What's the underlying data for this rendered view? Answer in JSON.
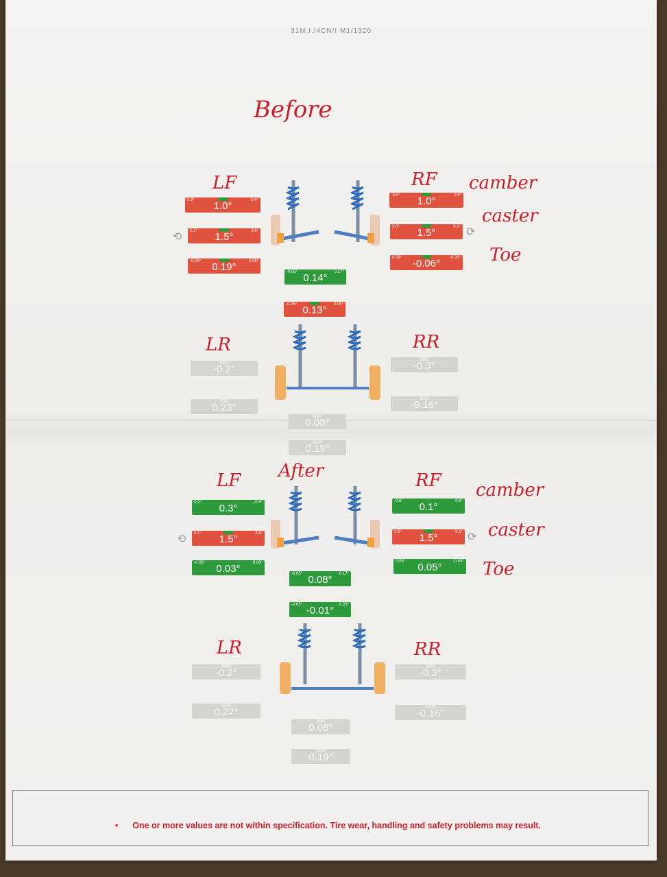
{
  "header": "31M.I.I4CN/I M1/1320",
  "before": {
    "title": "Before",
    "labels": {
      "lf": "LF",
      "rf": "RF",
      "lr": "LR",
      "rr": "RR",
      "camber": "camber",
      "caster": "caster",
      "toe": "Toe"
    },
    "lf": {
      "camber": {
        "value": "1.0°",
        "lo": "0.9°",
        "hi": "-0.6°"
      },
      "caster": {
        "value": "1.5°",
        "lo": "5.1°",
        "hi": "3.6°"
      },
      "toe": {
        "value": "0.19°",
        "lo": "-0.03°",
        "hi": "0.08°"
      }
    },
    "rf": {
      "camber": {
        "value": "1.0°",
        "lo": "-0.6°",
        "hi": "0.9°"
      },
      "caster": {
        "value": "1.5°",
        "lo": "3.6°",
        "hi": "5.1°"
      },
      "toe": {
        "value": "-0.06°",
        "lo": "0.08°",
        "hi": "-0.03°"
      }
    },
    "front_total": {
      "value": "0.14°",
      "lo": "-0.05°",
      "hi": "0.17°"
    },
    "rear_total": {
      "value": "0.13°",
      "lo": "-0.05°",
      "hi": "0.05°"
    },
    "lr": {
      "camber": "-0.2°",
      "toe": "0.23°"
    },
    "rr": {
      "camber": "-0.3°",
      "toe": "-0.16°"
    },
    "rear_grey_1": "0.08°",
    "rear_grey_2": "0.19°"
  },
  "after": {
    "title": "After",
    "labels": {
      "lf": "LF",
      "rf": "RF",
      "lr": "LR",
      "rr": "RR",
      "camber": "camber",
      "caster": "caster",
      "toe": "Toe"
    },
    "lf": {
      "camber": {
        "value": "0.3°",
        "lo": "0.9°",
        "hi": "-0.6°"
      },
      "caster": {
        "value": "1.5°",
        "lo": "5.1°",
        "hi": "3.6°"
      },
      "toe": {
        "value": "0.03°",
        "lo": "-0.03°",
        "hi": "0.08°"
      }
    },
    "rf": {
      "camber": {
        "value": "0.1°",
        "lo": "-0.6°",
        "hi": "0.9°"
      },
      "caster": {
        "value": "1.5°",
        "lo": "3.6°",
        "hi": "5.1°"
      },
      "toe": {
        "value": "0.05°",
        "lo": "0.08°",
        "hi": "-0.03°"
      }
    },
    "front_total": {
      "value": "0.08°",
      "lo": "-0.05°",
      "hi": "0.17°"
    },
    "rear_total": {
      "value": "-0.01°",
      "lo": "-0.05°",
      "hi": "0.05°"
    },
    "lr": {
      "camber": "-0.2°",
      "toe": "0.22°"
    },
    "rr": {
      "camber": "-0.3°",
      "toe": "-0.16°"
    },
    "rear_grey_1": "0.08°",
    "rear_grey_2": "0.19°"
  },
  "footer": {
    "bullet": "•",
    "text": "One or more values are not within specification.  Tire wear, handling and safety problems may result."
  },
  "colors": {
    "out_of_spec": "#e0523e",
    "in_spec": "#2d9a3c",
    "inactive": "#d5d3cf",
    "ink": "#c91f2b"
  }
}
